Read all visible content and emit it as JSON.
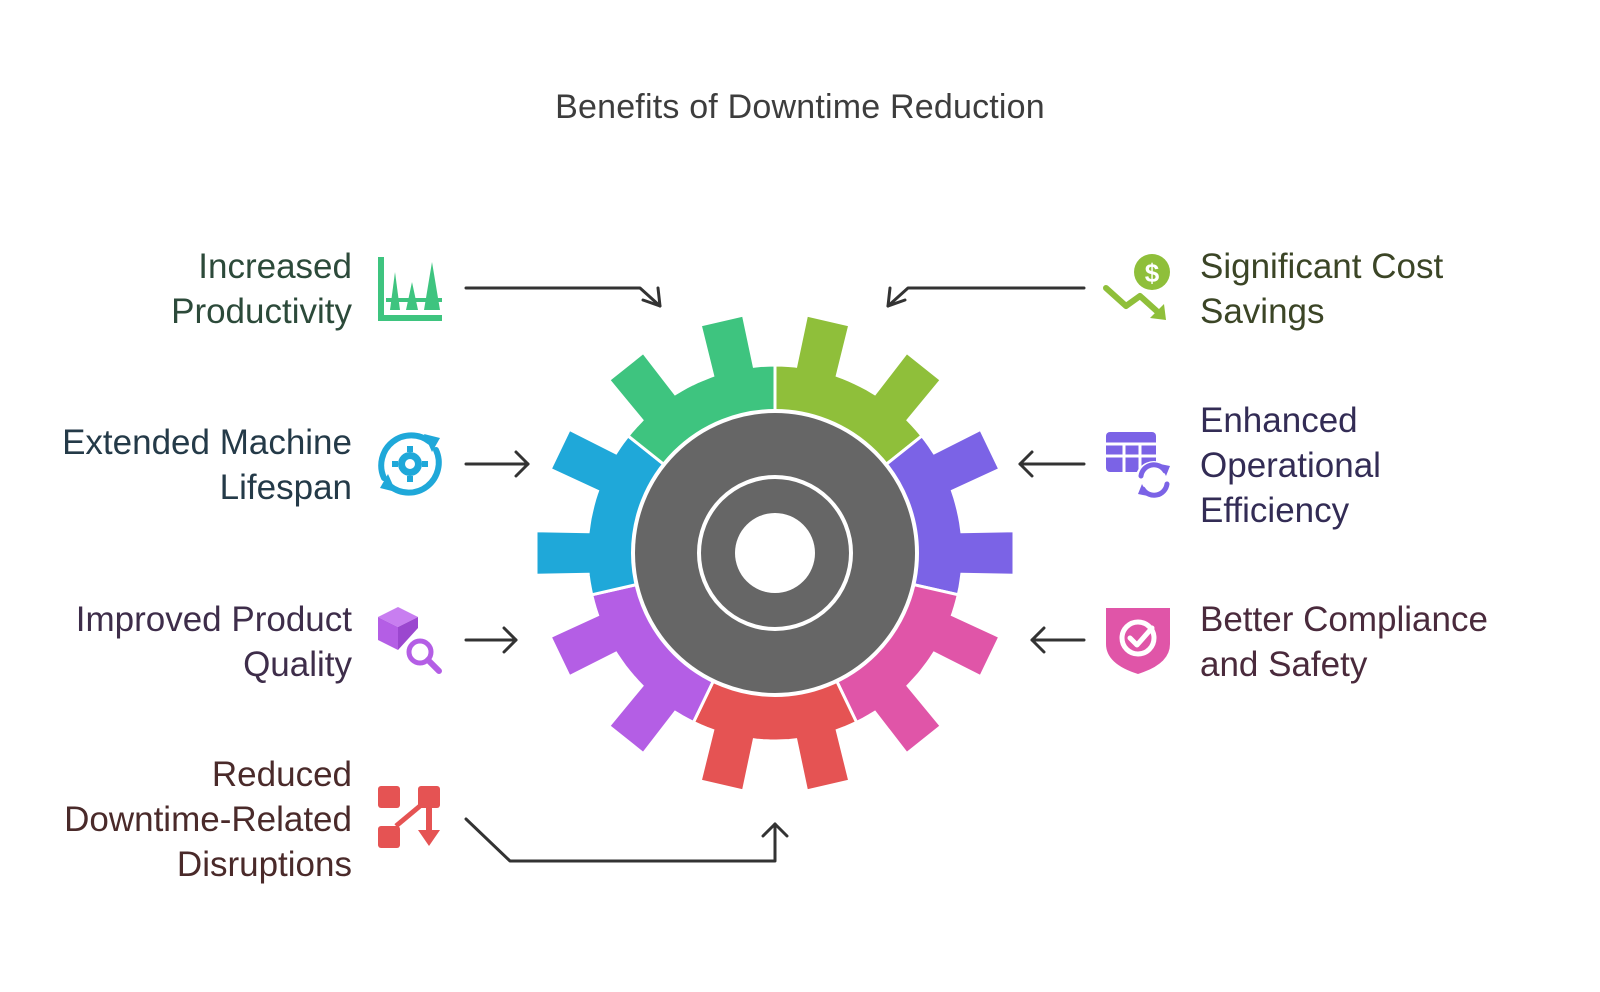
{
  "title": "Benefits of Downtime Reduction",
  "benefits": [
    {
      "lines": [
        "Increased",
        "Productivity"
      ],
      "icon": "bar-chart-icon",
      "color": "#3ec47f",
      "text_color": "#2c4a3a"
    },
    {
      "lines": [
        "Extended Machine",
        "Lifespan"
      ],
      "icon": "gear-cycle-icon",
      "color": "#1fa8d9",
      "text_color": "#243a48"
    },
    {
      "lines": [
        "Improved Product",
        "Quality"
      ],
      "icon": "box-magnifier-icon",
      "color": "#b45ee5",
      "text_color": "#3e2d4a"
    },
    {
      "lines": [
        "Reduced",
        "Downtime-Related",
        "Disruptions"
      ],
      "icon": "flow-arrows-icon",
      "color": "#e55353",
      "text_color": "#4a2a2a"
    },
    {
      "lines": [
        "Significant Cost",
        "Savings"
      ],
      "icon": "dollar-down-trend-icon",
      "color": "#8fbf3a",
      "text_color": "#3b4526"
    },
    {
      "lines": [
        "Enhanced",
        "Operational",
        "Efficiency"
      ],
      "icon": "table-refresh-icon",
      "color": "#7b63e6",
      "text_color": "#332c55"
    },
    {
      "lines": [
        "Better Compliance",
        "and Safety"
      ],
      "icon": "shield-check-icon",
      "color": "#e055a8",
      "text_color": "#4a2a3c"
    }
  ],
  "gear": {
    "ring_color": "#666666",
    "arrow_color": "#333333"
  }
}
